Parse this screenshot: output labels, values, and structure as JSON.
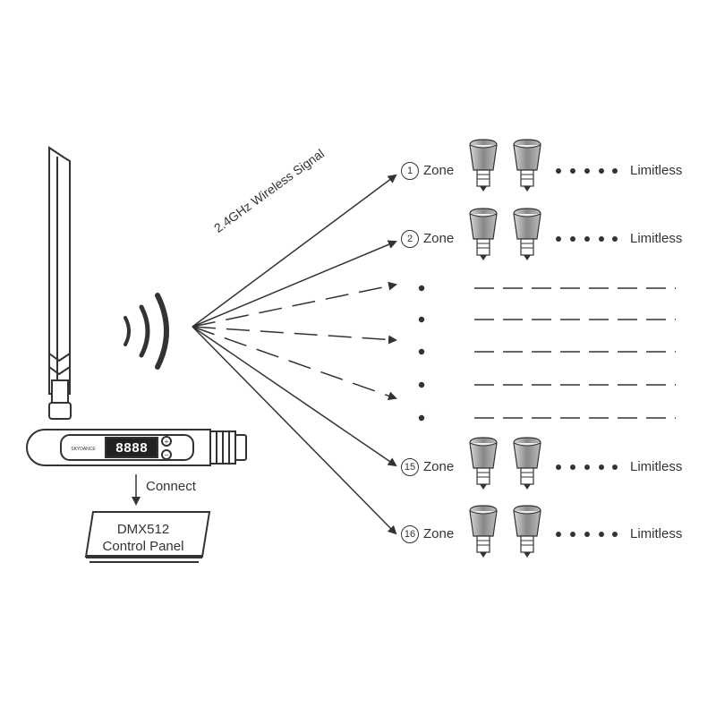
{
  "signal_label": "2.4GHz Wireless Signal",
  "connect_label": "Connect",
  "panel": {
    "line1": "DMX512",
    "line2": "Control Panel"
  },
  "display_digits": "8888",
  "device_brand": "SKYDANCE",
  "zones": [
    {
      "number": "1",
      "label": "Zone",
      "suffix": "Limitless"
    },
    {
      "number": "2",
      "label": "Zone",
      "suffix": "Limitless"
    },
    {
      "number": "15",
      "label": "Zone",
      "suffix": "Limitless"
    },
    {
      "number": "16",
      "label": "Zone",
      "suffix": "Limitless"
    }
  ],
  "colors": {
    "line": "#333333",
    "bulb_shade": "#bbbbbb"
  }
}
